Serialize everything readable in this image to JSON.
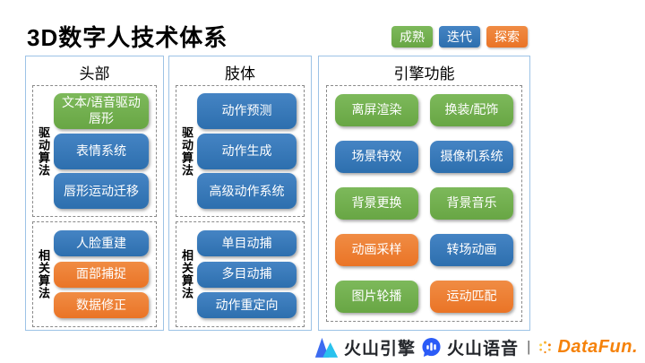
{
  "title": "3D数字人技术体系",
  "legend": {
    "items": [
      {
        "label": "成熟",
        "status": "mature",
        "color": "#70AD47"
      },
      {
        "label": "迭代",
        "status": "iterating",
        "color": "#2E75B6"
      },
      {
        "label": "探索",
        "status": "exploring",
        "color": "#ED7D31"
      }
    ]
  },
  "columns": [
    {
      "header": "头部",
      "groups": [
        {
          "label": "驱动算法",
          "items": [
            {
              "label": "文本/语音驱动唇形",
              "status": "mature"
            },
            {
              "label": "表情系统",
              "status": "iterating"
            },
            {
              "label": "唇形运动迁移",
              "status": "iterating"
            }
          ]
        },
        {
          "label": "相关算法",
          "items": [
            {
              "label": "人脸重建",
              "status": "iterating"
            },
            {
              "label": "面部捕捉",
              "status": "exploring"
            },
            {
              "label": "数据修正",
              "status": "exploring"
            }
          ]
        }
      ]
    },
    {
      "header": "肢体",
      "groups": [
        {
          "label": "驱动算法",
          "items": [
            {
              "label": "动作预测",
              "status": "iterating"
            },
            {
              "label": "动作生成",
              "status": "iterating"
            },
            {
              "label": "高级动作系统",
              "status": "iterating"
            }
          ]
        },
        {
          "label": "相关算法",
          "items": [
            {
              "label": "单目动捕",
              "status": "iterating"
            },
            {
              "label": "多目动捕",
              "status": "iterating"
            },
            {
              "label": "动作重定向",
              "status": "iterating"
            }
          ]
        }
      ]
    },
    {
      "header": "引擎功能",
      "grid": [
        {
          "label": "离屏渲染",
          "status": "mature"
        },
        {
          "label": "换装/配饰",
          "status": "mature"
        },
        {
          "label": "场景特效",
          "status": "iterating"
        },
        {
          "label": "摄像机系统",
          "status": "iterating"
        },
        {
          "label": "背景更换",
          "status": "mature"
        },
        {
          "label": "背景音乐",
          "status": "mature"
        },
        {
          "label": "动画采样",
          "status": "exploring"
        },
        {
          "label": "转场动画",
          "status": "iterating"
        },
        {
          "label": "图片轮播",
          "status": "mature"
        },
        {
          "label": "运动匹配",
          "status": "exploring"
        }
      ]
    }
  ],
  "footer": {
    "brand1": "火山引擎",
    "brand2": "火山语音",
    "divider": "|",
    "brand3": "DataFun."
  }
}
